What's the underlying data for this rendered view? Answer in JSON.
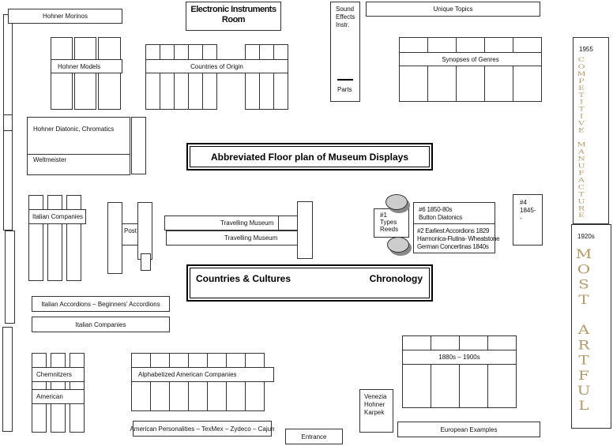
{
  "title": "Abbreviated Floor plan of Museum Displays",
  "sections": {
    "countries": "Countries & Cultures",
    "chronology": "Chronology"
  },
  "rooms": {
    "hohner_morinos": "Hohner Morinos",
    "electronic": "Electronic Instruments Room",
    "sound_effects": "Sound Effects Instr.",
    "parts": "Parts",
    "unique_topics": "Unique Topics",
    "hohner_models": "Hohner Models",
    "countries_of_origin": "Countries of Origin",
    "synopses": "Synopses of Genres",
    "hohner_diatonic": "Hohner Diatonic, Chromatics",
    "weltmeister": "Weltmeister",
    "italian_companies_1": "Italian Companies",
    "post": "Post",
    "travelling_1": "Travelling Museum",
    "travelling_2": "Travelling Museum",
    "types_reeds": "#1 Types Reeds",
    "button_diatonics_1": "#6     1850-80s",
    "button_diatonics_2": "Button Diatonics",
    "earliest_1": "#2     Earliest Accordions  1829",
    "earliest_2": "Harmonica-Flutina- Wheatstone",
    "earliest_3": "German Concertinas  1840s",
    "num4": "#4 1845--",
    "italian_accordions": "Italian Accordions – Beginners' Accordions",
    "italian_companies_2": "Italian Companies",
    "chemnitzers": "Chemnitzers",
    "american": "American",
    "alphabetized": "Alphabetized American Companies",
    "american_personalities": "American Personalities – TexMex – Zydeco – Cajun",
    "entrance": "Entrance",
    "venezia": "Venezia Hohner Karpek",
    "european": "European Examples",
    "era_1880": "1880s – 1900s",
    "year_1955": "1955",
    "competitive": "COMPETITIVE MANUFACTURE",
    "year_1920": "1920s",
    "most_artful": "MOST ARTFUL"
  },
  "colors": {
    "vertical_text": "#b39a68"
  }
}
